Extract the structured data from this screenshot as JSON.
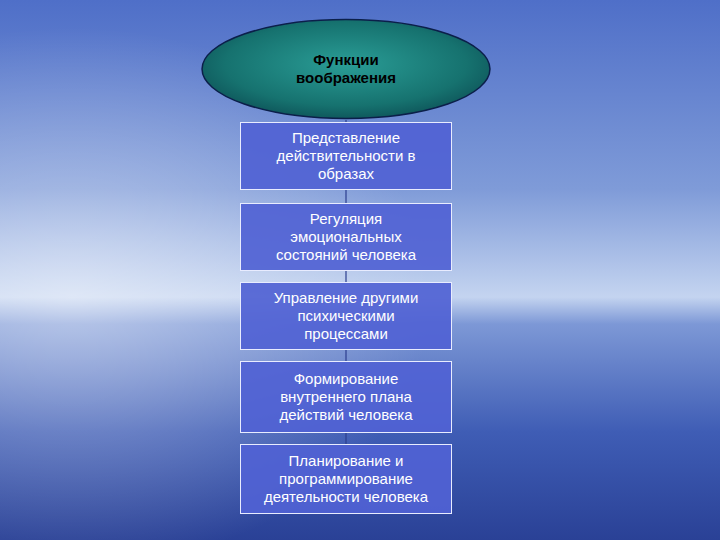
{
  "diagram": {
    "nodes": [
      {
        "text": [
          "Функции воображения"
        ]
      },
      {
        "text": [
          "Представление действительности в образах"
        ]
      },
      {
        "text": [
          "Регуляция эмоциональных состояний человека"
        ]
      },
      {
        "text": [
          "Управление другими психическими процессами"
        ]
      },
      {
        "text": [
          "Формирование внутреннего плана действий человека"
        ]
      },
      {
        "text": [
          "Планирование и программирование деятельности человека"
        ]
      }
    ],
    "edges": [
      {
        "from": 0,
        "to": 1,
        "arrow": "none"
      },
      {
        "from": 1,
        "to": 2,
        "arrow": "none"
      },
      {
        "from": 2,
        "to": 3,
        "arrow": "none"
      },
      {
        "from": 3,
        "to": 4,
        "arrow": "none"
      },
      {
        "from": 4,
        "to": 5,
        "arrow": "none"
      }
    ]
  }
}
